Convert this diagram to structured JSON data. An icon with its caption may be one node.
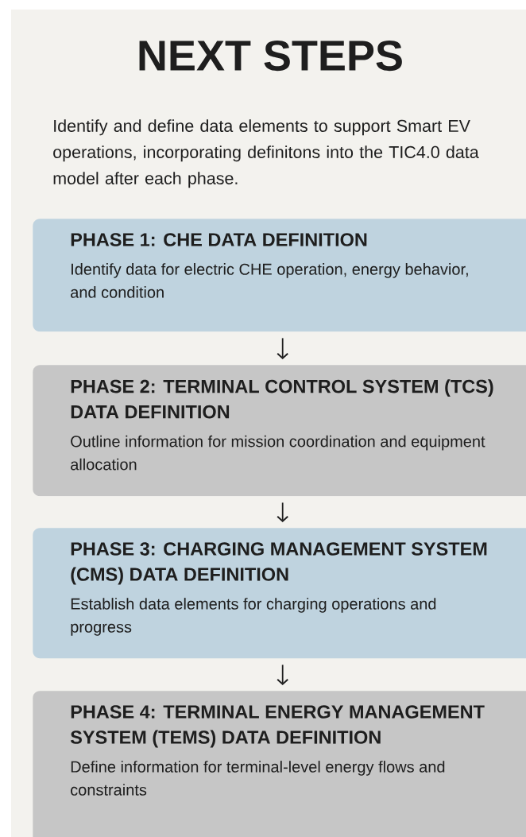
{
  "diagram": {
    "title": "NEXT STEPS",
    "labels": [
      "Identify and define data elements to support Smart EV operations, incorporating definitons into the TIC4.0 data model after each phase."
    ],
    "nodes": [
      {
        "text": [
          "PHASE 1: CHE DATA DEFINITION",
          "Identify data for electric CHE operation, energy behavior, and condition"
        ]
      },
      {
        "text": [
          "PHASE 2: TERMINAL CONTROL SYSTEM (TCS) DATA DEFINITION",
          "Outline information for mission coordination and equipment allocation"
        ]
      },
      {
        "text": [
          "PHASE 3: CHARGING MANAGEMENT SYSTEM (CMS) DATA DEFINITION",
          "Establish data elements for charging operations and progress"
        ]
      },
      {
        "text": [
          "PHASE 4: TERMINAL ENERGY MANAGEMENT SYSTEM (TEMS) DATA DEFINITION",
          "Define information for terminal-level energy flows and constraints"
        ]
      }
    ],
    "edges": [
      {
        "from": 0,
        "to": 1,
        "arrow": "to"
      },
      {
        "from": 1,
        "to": 2,
        "arrow": "to"
      },
      {
        "from": 2,
        "to": 3,
        "arrow": "to"
      }
    ]
  }
}
